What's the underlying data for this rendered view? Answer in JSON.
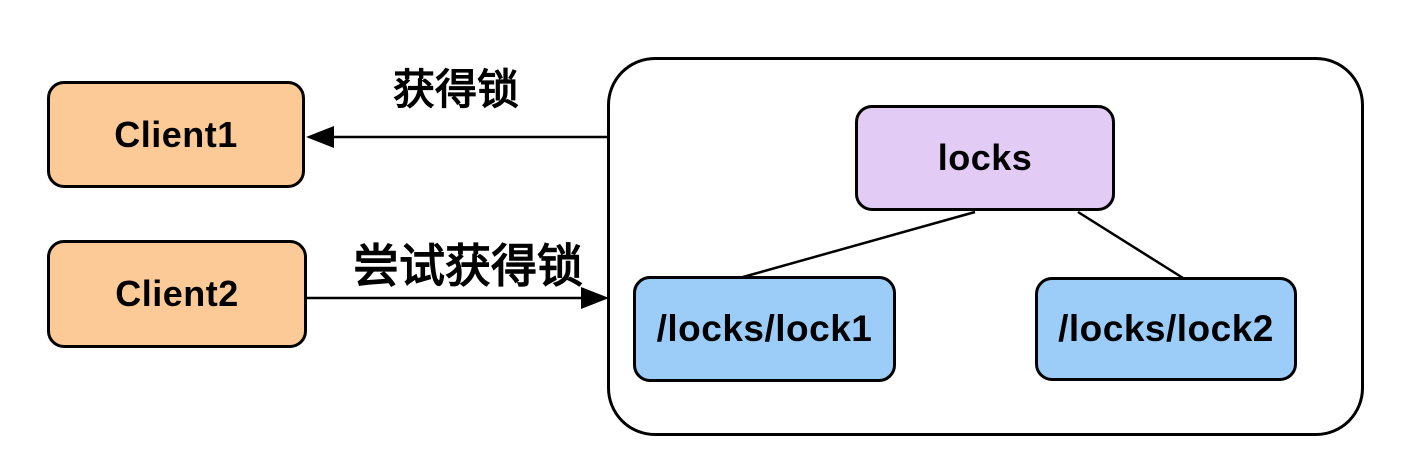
{
  "diagram": {
    "nodes": {
      "client1": {
        "label": "Client1",
        "fill": "#FCCA96"
      },
      "client2": {
        "label": "Client2",
        "fill": "#FCCA96"
      },
      "locks_root": {
        "label": "locks",
        "fill": "#E2CCF5"
      },
      "lock1": {
        "label": "/locks/lock1",
        "fill": "#9CCCF8"
      },
      "lock2": {
        "label": "/locks/lock2",
        "fill": "#9CCCF8"
      }
    },
    "edges": [
      {
        "label": "获得锁",
        "from": "locks-group",
        "to": "client1",
        "arrow": "left"
      },
      {
        "label": "尝试获得锁",
        "from": "client2",
        "to": "locks-group",
        "arrow": "right"
      }
    ],
    "tree_edges": [
      {
        "from": "locks",
        "to": "/locks/lock1"
      },
      {
        "from": "locks",
        "to": "/locks/lock2"
      }
    ],
    "colors": {
      "stroke": "#000000",
      "background": "#FFFFFF",
      "client_fill": "#FCCA96",
      "root_fill": "#E2CCF5",
      "lock_fill": "#9CCCF8"
    }
  }
}
